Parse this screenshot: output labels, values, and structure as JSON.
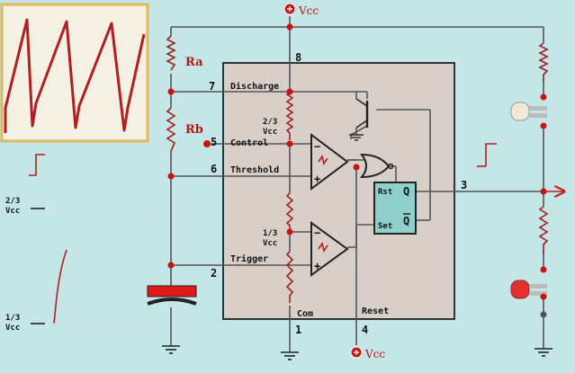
{
  "supply": {
    "top": "Vcc",
    "bottom": "Vcc"
  },
  "resistors": {
    "ra": "Ra",
    "rb": "Rb"
  },
  "pins": {
    "p8": "8",
    "p7": "7",
    "p5": "5",
    "p6": "6",
    "p2": "2",
    "p3": "3",
    "p1": "1",
    "p4": "4"
  },
  "pin_names": {
    "discharge": "Discharge",
    "control": "Control",
    "threshold": "Threshold",
    "trigger": "Trigger",
    "com": "Com",
    "reset": "Reset"
  },
  "ff": {
    "rst": "Rst",
    "set": "Set",
    "q": "Q",
    "qbar": "Q"
  },
  "ref": {
    "upper_a": "2/3",
    "upper_b": "Vcc",
    "lower_a": "1/3",
    "lower_b": "Vcc"
  },
  "levels": {
    "upper_a": "2/3",
    "upper_b": "Vcc",
    "lower_a": "1/3",
    "lower_b": "Vcc"
  },
  "colors": {
    "background": "#c4e6e6",
    "chip": "#d8d0c8",
    "wire": "#555555",
    "dot": "#cc1111",
    "scope_border": "#e0b860",
    "led": "#e03030"
  }
}
